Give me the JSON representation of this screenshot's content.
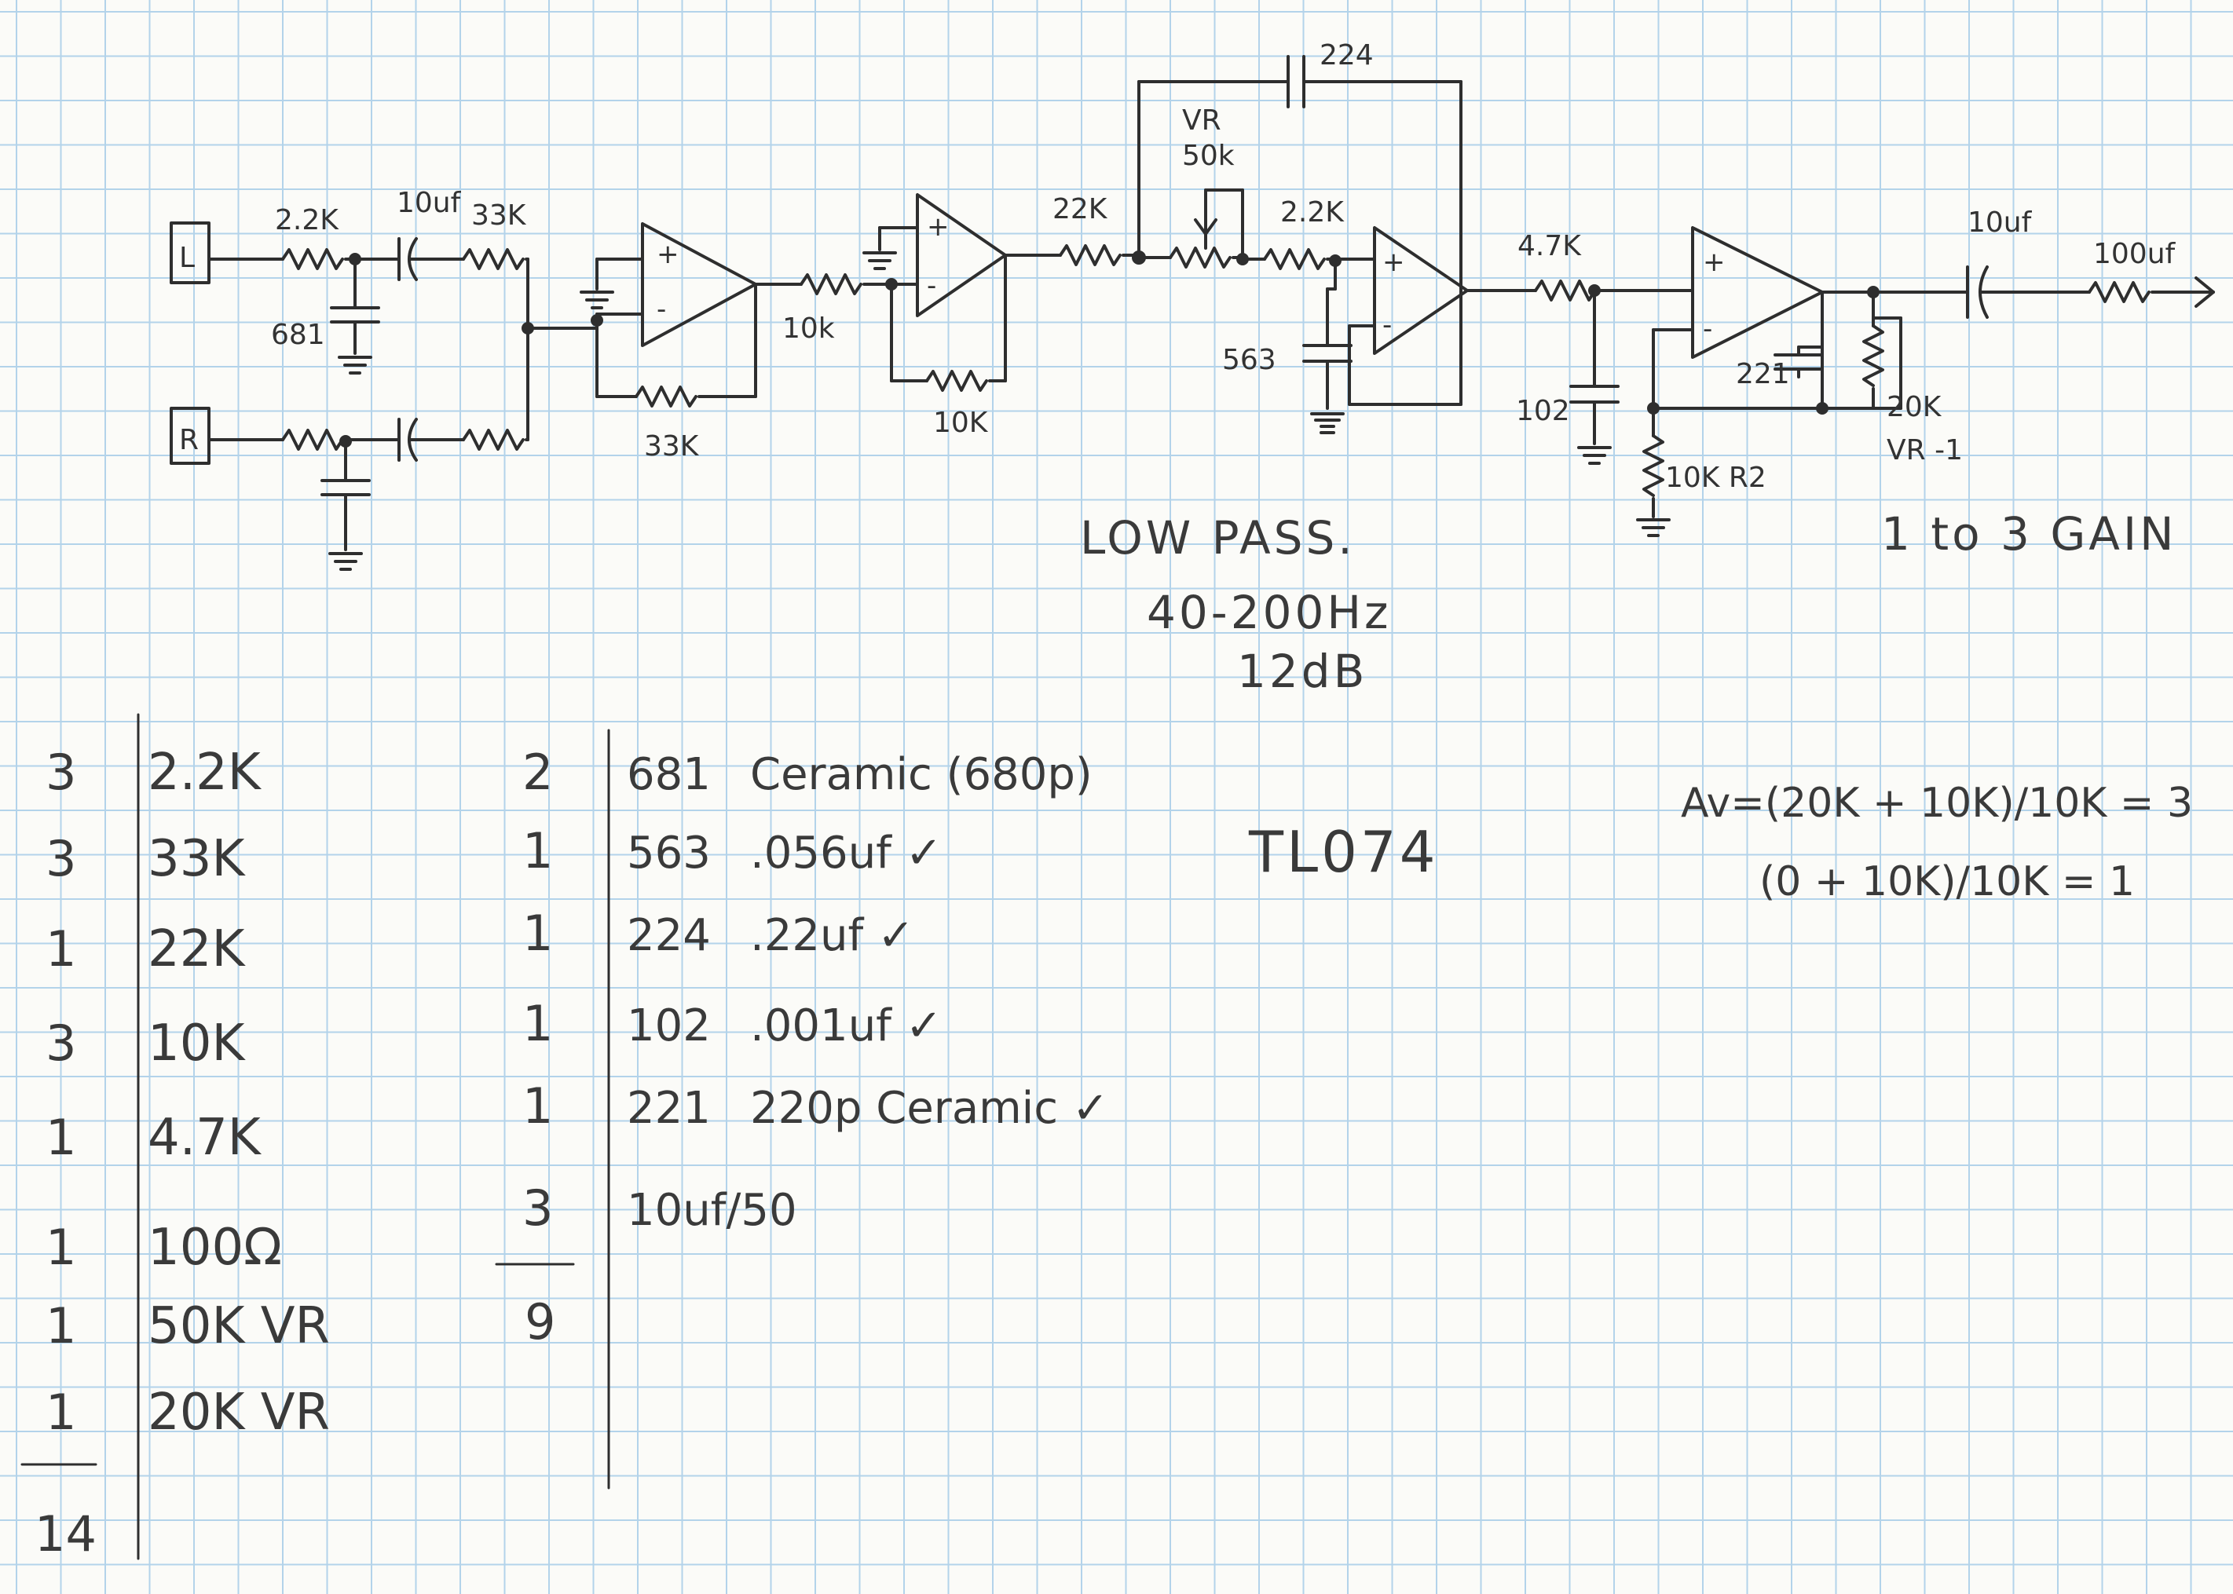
{
  "schematic": {
    "inputs": {
      "left": "L",
      "right": "R"
    },
    "labels": {
      "r_in_l": "2.2K",
      "cap_in": "10uf",
      "r_sum": "33K",
      "c_in_l": "681",
      "r_fb1": "33K",
      "r_in2": "10k",
      "r_fb2": "10K",
      "r_lp1": "22K",
      "vr_title": "VR",
      "vr_value": "50k",
      "r_lp2": "2.2K",
      "c_fb": "224",
      "c_gnd": "563",
      "r_out_f": "4.7K",
      "c_102": "102",
      "r2": "10K R2",
      "c_221": "221",
      "vr1_value": "20K",
      "vr1_name": "VR -1",
      "cap_out": "10uf",
      "r_out": "100uf"
    },
    "op_sign_plus": "+",
    "op_sign_minus": "-"
  },
  "annotations": {
    "lowpass_1": "LOW PASS.",
    "lowpass_2": "40-200Hz",
    "lowpass_3": "12dB",
    "gain": "1 to 3 GAIN",
    "chip": "TL074"
  },
  "equations": {
    "line1": "Av=(20K + 10K)/10K = 3",
    "line2": "(0 + 10K)/10K = 1"
  },
  "resistors": {
    "items": [
      {
        "qty": "3",
        "value": "2.2K"
      },
      {
        "qty": "3",
        "value": "33K"
      },
      {
        "qty": "1",
        "value": "22K"
      },
      {
        "qty": "3",
        "value": "10K"
      },
      {
        "qty": "1",
        "value": "4.7K"
      },
      {
        "qty": "1",
        "value": "100Ω"
      },
      {
        "qty": "1",
        "value": "50K VR"
      },
      {
        "qty": "1",
        "value": "20K VR"
      }
    ],
    "total": "14"
  },
  "capacitors": {
    "items": [
      {
        "qty": "2",
        "code": "681",
        "desc": "Ceramic (680p)"
      },
      {
        "qty": "1",
        "code": "563",
        "desc": ".056uf ✓"
      },
      {
        "qty": "1",
        "code": "224",
        "desc": ".22uf ✓"
      },
      {
        "qty": "1",
        "code": "102",
        "desc": ".001uf ✓"
      },
      {
        "qty": "1",
        "code": "221",
        "desc": "220p Ceramic ✓"
      },
      {
        "qty": "3",
        "code": "10uf/50",
        "desc": ""
      }
    ],
    "total": "9"
  }
}
